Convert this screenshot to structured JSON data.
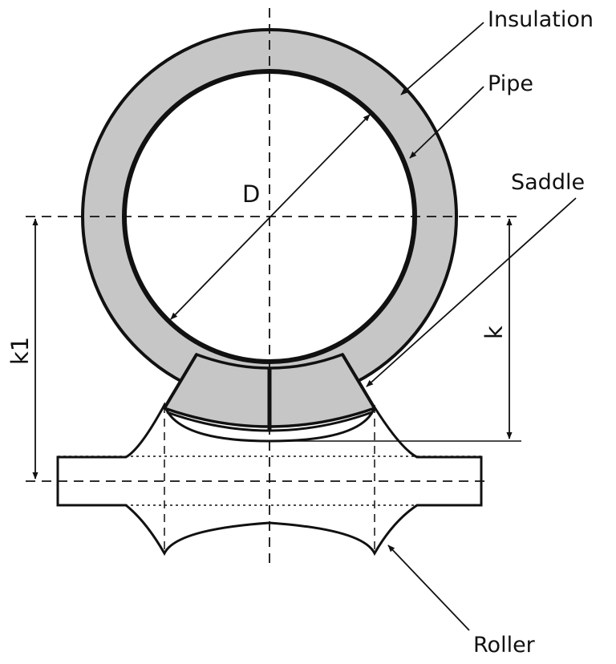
{
  "labels": {
    "insulation": "Insulation",
    "pipe": "Pipe",
    "saddle": "Saddle",
    "roller": "Roller",
    "diameter": "D",
    "k": "k",
    "k1": "k1"
  },
  "colors": {
    "insulation_fill": "#c6c6c6",
    "outline": "#111111",
    "background": "#ffffff"
  }
}
